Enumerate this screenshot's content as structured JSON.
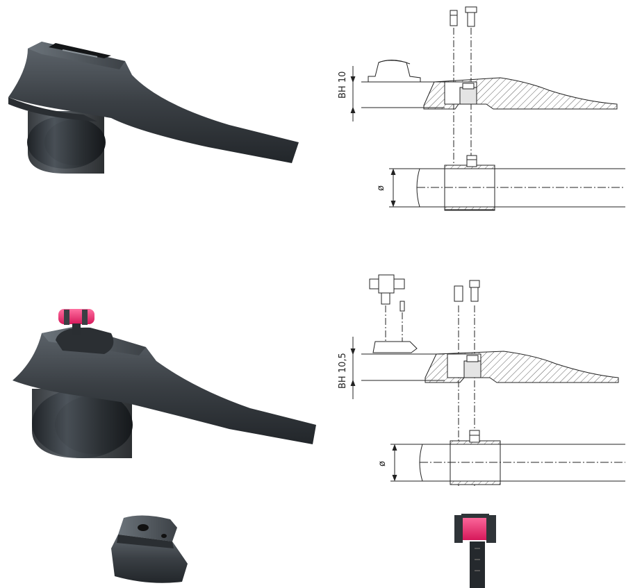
{
  "drawing_top": {
    "height_label": "BH 10",
    "diameter_label": "ø"
  },
  "drawing_bottom": {
    "height_label": "BH 10,5",
    "diameter_label": "ø"
  }
}
